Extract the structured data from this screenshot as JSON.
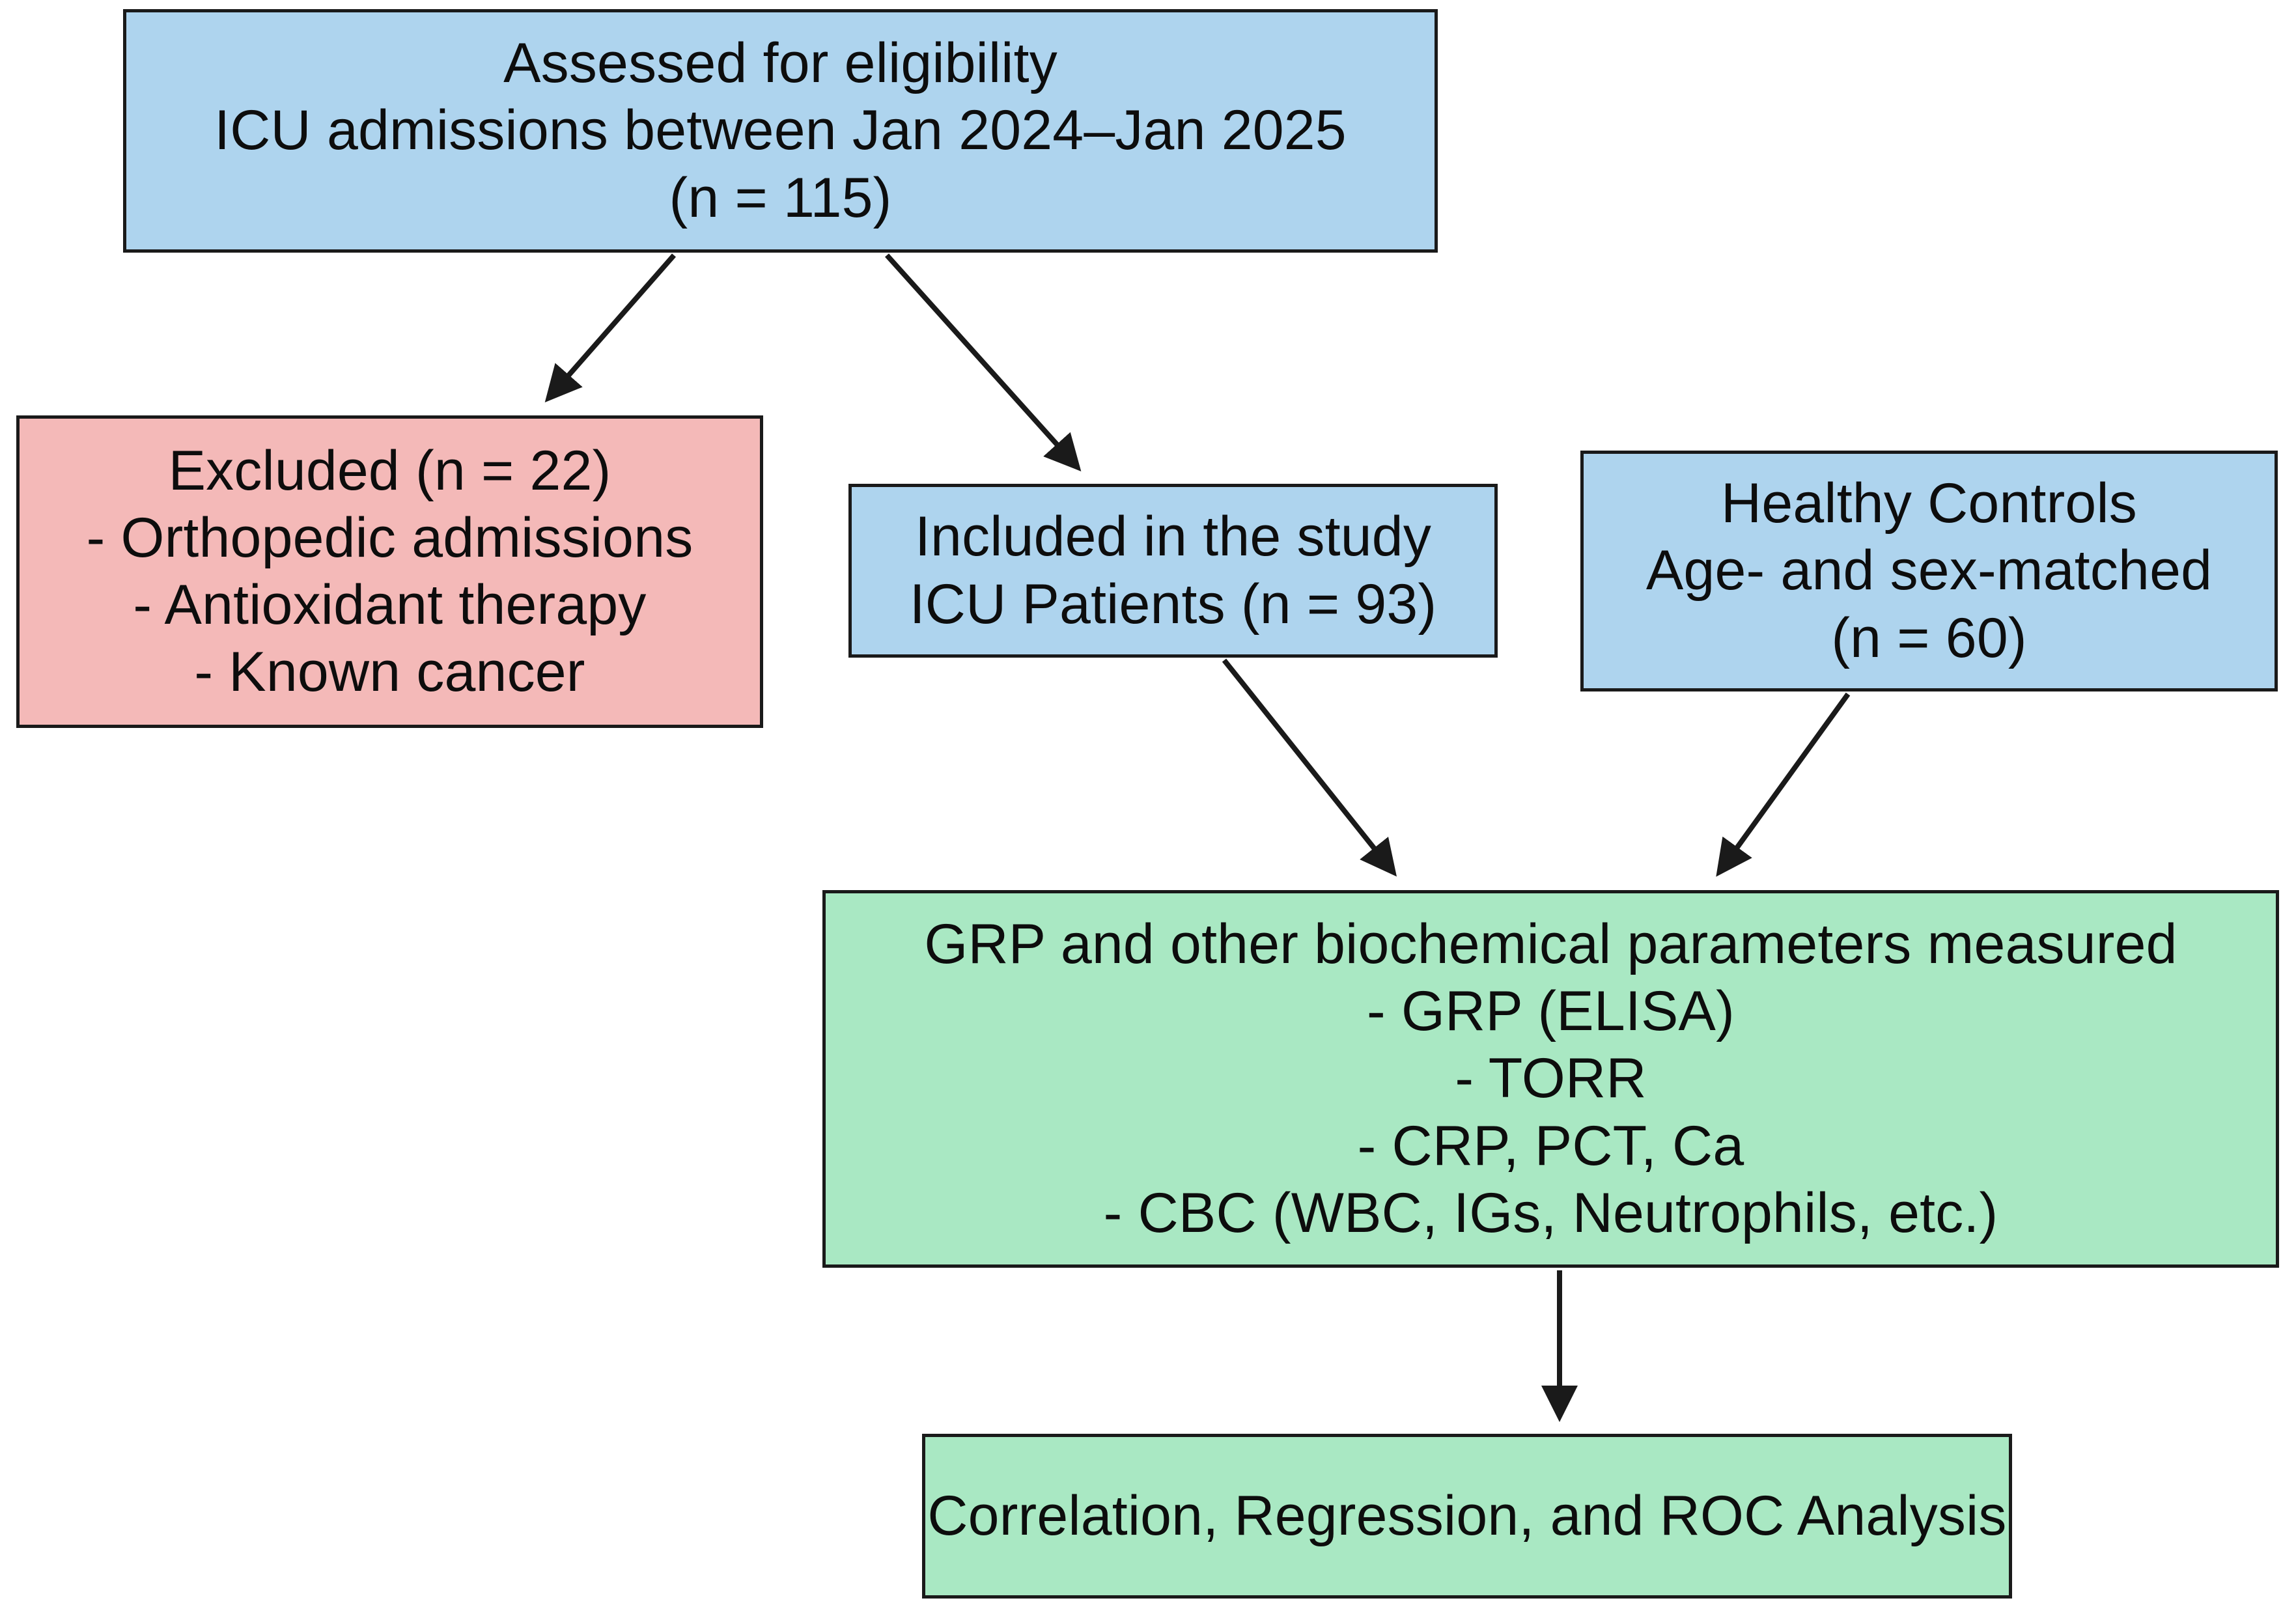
{
  "diagram": {
    "type": "flowchart",
    "title": "Study participant flow and measurement diagram",
    "colors": {
      "blue_fill": "#aed4ee",
      "pink_fill": "#f4b9b8",
      "green_fill": "#a9e8c3",
      "border": "#1a1a1a",
      "text": "#0d0d0d",
      "background": "#ffffff"
    }
  },
  "nodes": {
    "assessed": {
      "name": "Assessed for eligibility",
      "color": "blue",
      "lines": [
        "Assessed for eligibility",
        "ICU admissions between Jan 2024–Jan 2025",
        "(n = 115)"
      ],
      "count": 115
    },
    "excluded": {
      "name": "Excluded",
      "color": "pink",
      "lines": [
        "Excluded (n = 22)",
        "- Orthopedic admissions",
        "- Antioxidant therapy",
        "- Known cancer"
      ],
      "count": 22
    },
    "included": {
      "name": "Included in the study",
      "color": "blue",
      "lines": [
        "Included in the study",
        "ICU Patients (n = 93)"
      ],
      "count": 93
    },
    "controls": {
      "name": "Healthy Controls",
      "color": "blue",
      "lines": [
        "Healthy Controls",
        "Age- and sex-matched",
        "(n = 60)"
      ],
      "count": 60
    },
    "measurements": {
      "name": "GRP and other biochemical parameters measured",
      "color": "green",
      "lines": [
        "GRP and other biochemical parameters measured",
        "- GRP (ELISA)",
        "- TORR",
        "- CRP, PCT, Ca",
        "- CBC (WBC, IGs, Neutrophils, etc.)"
      ]
    },
    "analysis": {
      "name": "Correlation, Regression, and ROC Analysis",
      "color": "green",
      "lines": [
        "Correlation, Regression, and ROC Analysis"
      ]
    }
  },
  "edges": [
    {
      "from": "assessed",
      "to": "excluded",
      "label": ""
    },
    {
      "from": "assessed",
      "to": "included",
      "label": ""
    },
    {
      "from": "included",
      "to": "measurements",
      "label": ""
    },
    {
      "from": "controls",
      "to": "measurements",
      "label": ""
    },
    {
      "from": "measurements",
      "to": "analysis",
      "label": ""
    }
  ]
}
